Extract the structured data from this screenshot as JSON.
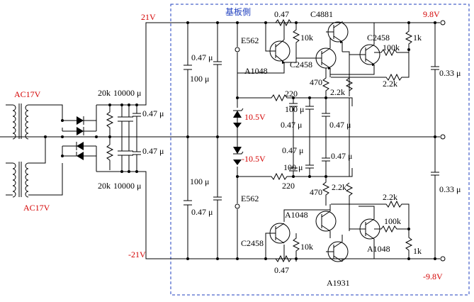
{
  "board": {
    "title": "基板側",
    "border_color": "#1f3fbf"
  },
  "rails": {
    "pos_in": "21V",
    "neg_in": "-21V",
    "pos_out": "9.8V",
    "neg_out": "-9.8V",
    "zener_pos": "10.5V",
    "zener_neg": "-10.5V",
    "accent_color": "#d40000"
  },
  "transformer": {
    "upper": "AC17V",
    "lower": "AC17V"
  },
  "parts": {
    "bleeder_top": "20k",
    "bleeder_bot": "20k",
    "filter_cap_top": "10000 μ",
    "filter_cap_bot": "10000 μ",
    "film_top": "0.47 μ",
    "film_bot": "0.47 μ",
    "cap_100_top": "100 μ",
    "cap_047_top": "0.47 μ",
    "cap_100_bot": "100 μ",
    "cap_047_bot": "0.47 μ",
    "crd_top": "E562",
    "crd_bot": "E562",
    "r_047_top": "0.47",
    "r_10k_top": "10k",
    "q_c4881": "C4881",
    "q_a1048_top": "A1048",
    "q_c2458_top": "C2458",
    "q_c2458_right": "C2458",
    "r_100k_top": "100k",
    "r_1k_top": "1k",
    "r_22k_right_top": "2.2k",
    "r_470_top": "470",
    "r_22k_top": "2.2k",
    "r_220_top": "220",
    "c_100_mid_top": "100 μ",
    "c_047_mid_top": "0.47 μ",
    "c_047_right_top": "0.47 μ",
    "c_047_mid_bot": "0.47 μ",
    "c_047_right_bot": "0.47 μ",
    "c_100_mid_bot": "100 μ",
    "r_220_bot": "220",
    "r_470_bot": "470",
    "r_22k_bot": "2.2k",
    "r_22k_right_bot": "2.2k",
    "q_a1048_bot": "A1048",
    "r_100k_bot": "100k",
    "q_a1048_right": "A1048",
    "q_c2458_bot": "C2458",
    "r_10k_bot": "10k",
    "r_1k_bot": "1k",
    "r_047_bot": "0.47",
    "q_a1931": "A1931",
    "out_cap_top": "0.33 μ",
    "out_cap_bot": "0.33 μ"
  }
}
